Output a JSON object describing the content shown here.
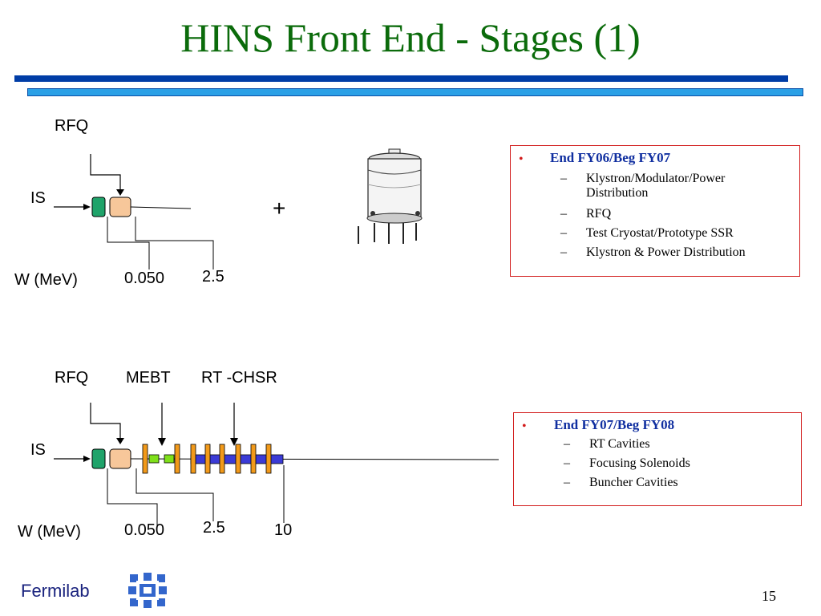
{
  "title": "HINS Front End - Stages (1)",
  "stage1": {
    "rfq": "RFQ",
    "is": "IS",
    "w_mev": "W (MeV)",
    "energy1": "0.050",
    "energy2": "2.5",
    "plus": "+",
    "box": {
      "heading": "End FY06/Beg FY07",
      "items": [
        "Klystron/Modulator/Power Distribution",
        "RFQ",
        "Test Cryostat/Prototype SSR",
        "Klystron & Power Distribution"
      ]
    }
  },
  "stage2": {
    "rfq": "RFQ",
    "mebt": "MEBT",
    "rtchsr": "RT -CHSR",
    "is": "IS",
    "w_mev": "W (MeV)",
    "energy1": "0.050",
    "energy2": "2.5",
    "energy3": "10",
    "box": {
      "heading": "End FY07/Beg FY08",
      "items": [
        "RT Cavities",
        "Focusing Solenoids",
        "Buncher Cavities"
      ]
    }
  },
  "footer": {
    "logo_text": "Fermilab",
    "page_number": "15"
  },
  "colors": {
    "title": "#0b6b0b",
    "source": "#1fa36a",
    "rfq": "#f7c79a",
    "cavity": "#f29a1a",
    "beamline": "#3b3bd6",
    "mebt": "#7fe01a"
  },
  "bullet": "•",
  "dash": "–"
}
